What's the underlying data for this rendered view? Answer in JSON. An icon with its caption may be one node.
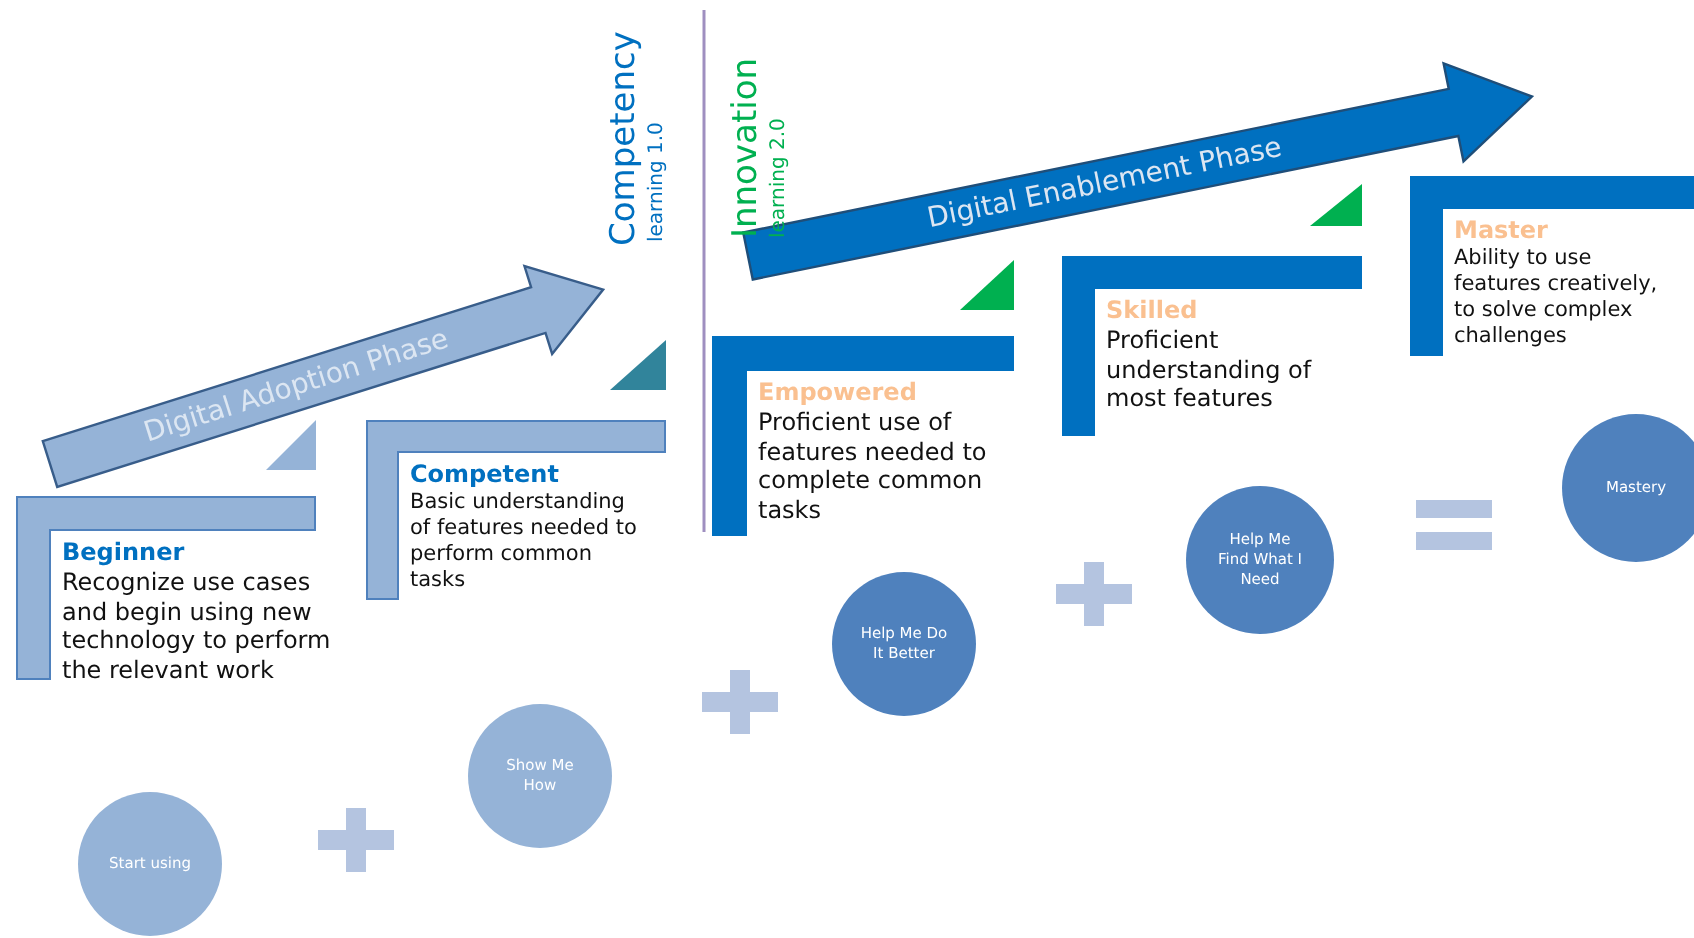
{
  "diagram": {
    "nodes": [
      {
        "text": [
          "Digital Adoption Phase"
        ]
      },
      {
        "text": [
          "Digital Enablement Phase"
        ]
      },
      {
        "text": [
          "Beginner",
          "Recognize use cases and begin using new technology to perform the relevant work"
        ]
      },
      {
        "text": [
          "Competent",
          "Basic understanding of features needed to perform common tasks"
        ]
      },
      {
        "text": [
          "Empowered",
          "Proficient use of features needed to complete common tasks"
        ]
      },
      {
        "text": [
          "Skilled",
          "Proficient understanding of most features"
        ]
      },
      {
        "text": [
          "Master",
          "Ability to use features creatively, to solve complex challenges"
        ]
      },
      {
        "text": [
          "Start using"
        ]
      },
      {
        "text": [
          "Show Me How"
        ]
      },
      {
        "text": [
          "Help Me Do It Better"
        ]
      },
      {
        "text": [
          "Help Me Find What I Need"
        ]
      },
      {
        "text": [
          "Mastery"
        ]
      }
    ],
    "edges": [],
    "labels": [
      "Competency",
      "learning 1.0",
      "Innovation",
      "learning 2.0"
    ]
  }
}
